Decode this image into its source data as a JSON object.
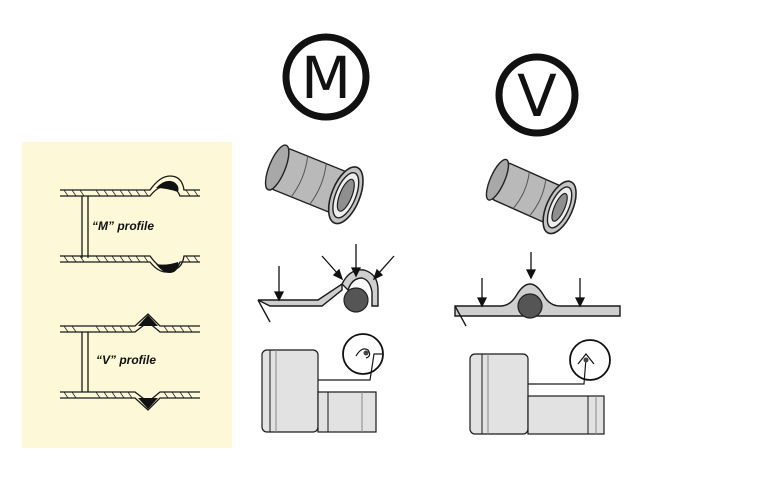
{
  "panel": {
    "background": "#fcf8d8",
    "m_label": "“M” profile",
    "v_label": "“V” profile"
  },
  "symbols": {
    "m_letter": "M",
    "v_letter": "V"
  },
  "colors": {
    "outline": "#1a1a1a",
    "metal_fill": "#cfcfcf",
    "oring": "#555555"
  }
}
